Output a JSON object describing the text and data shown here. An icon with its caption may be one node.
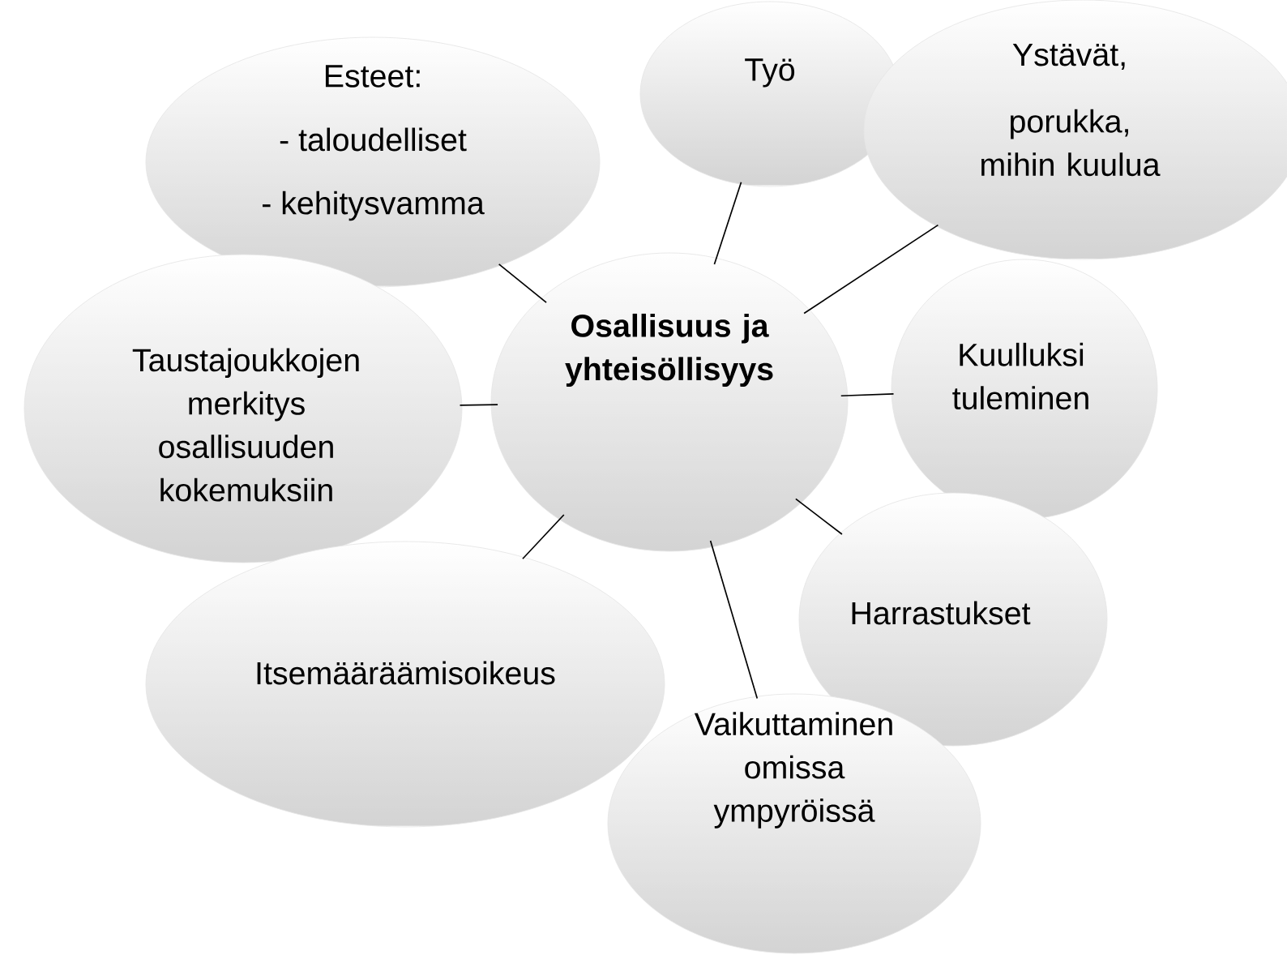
{
  "diagram": {
    "nodes": [
      {
        "text": [
          "Osallisuus ja yhteisöllisyys"
        ]
      },
      {
        "text": [
          "Työ"
        ]
      },
      {
        "text": [
          "Esteet:",
          "- taloudelliset",
          "- kehitysvamma"
        ]
      },
      {
        "text": [
          "Ystävät,",
          "porukka, mihin kuulua"
        ]
      },
      {
        "text": [
          "Taustajoukkojen merkitys osallisuuden kokemuksiin"
        ]
      },
      {
        "text": [
          "Kuulluksi tuleminen"
        ]
      },
      {
        "text": [
          "Harrastukset"
        ]
      },
      {
        "text": [
          "Itsemääräämisoikeus"
        ]
      },
      {
        "text": [
          "Vaikuttaminen omissa ympyröissä"
        ]
      }
    ],
    "edges": [
      {
        "from": 0,
        "to": 1,
        "arrow": "none"
      },
      {
        "from": 0,
        "to": 2,
        "arrow": "none"
      },
      {
        "from": 0,
        "to": 3,
        "arrow": "none"
      },
      {
        "from": 0,
        "to": 4,
        "arrow": "none"
      },
      {
        "from": 0,
        "to": 5,
        "arrow": "none"
      },
      {
        "from": 0,
        "to": 6,
        "arrow": "none"
      },
      {
        "from": 0,
        "to": 7,
        "arrow": "none"
      },
      {
        "from": 0,
        "to": 8,
        "arrow": "none"
      }
    ]
  }
}
